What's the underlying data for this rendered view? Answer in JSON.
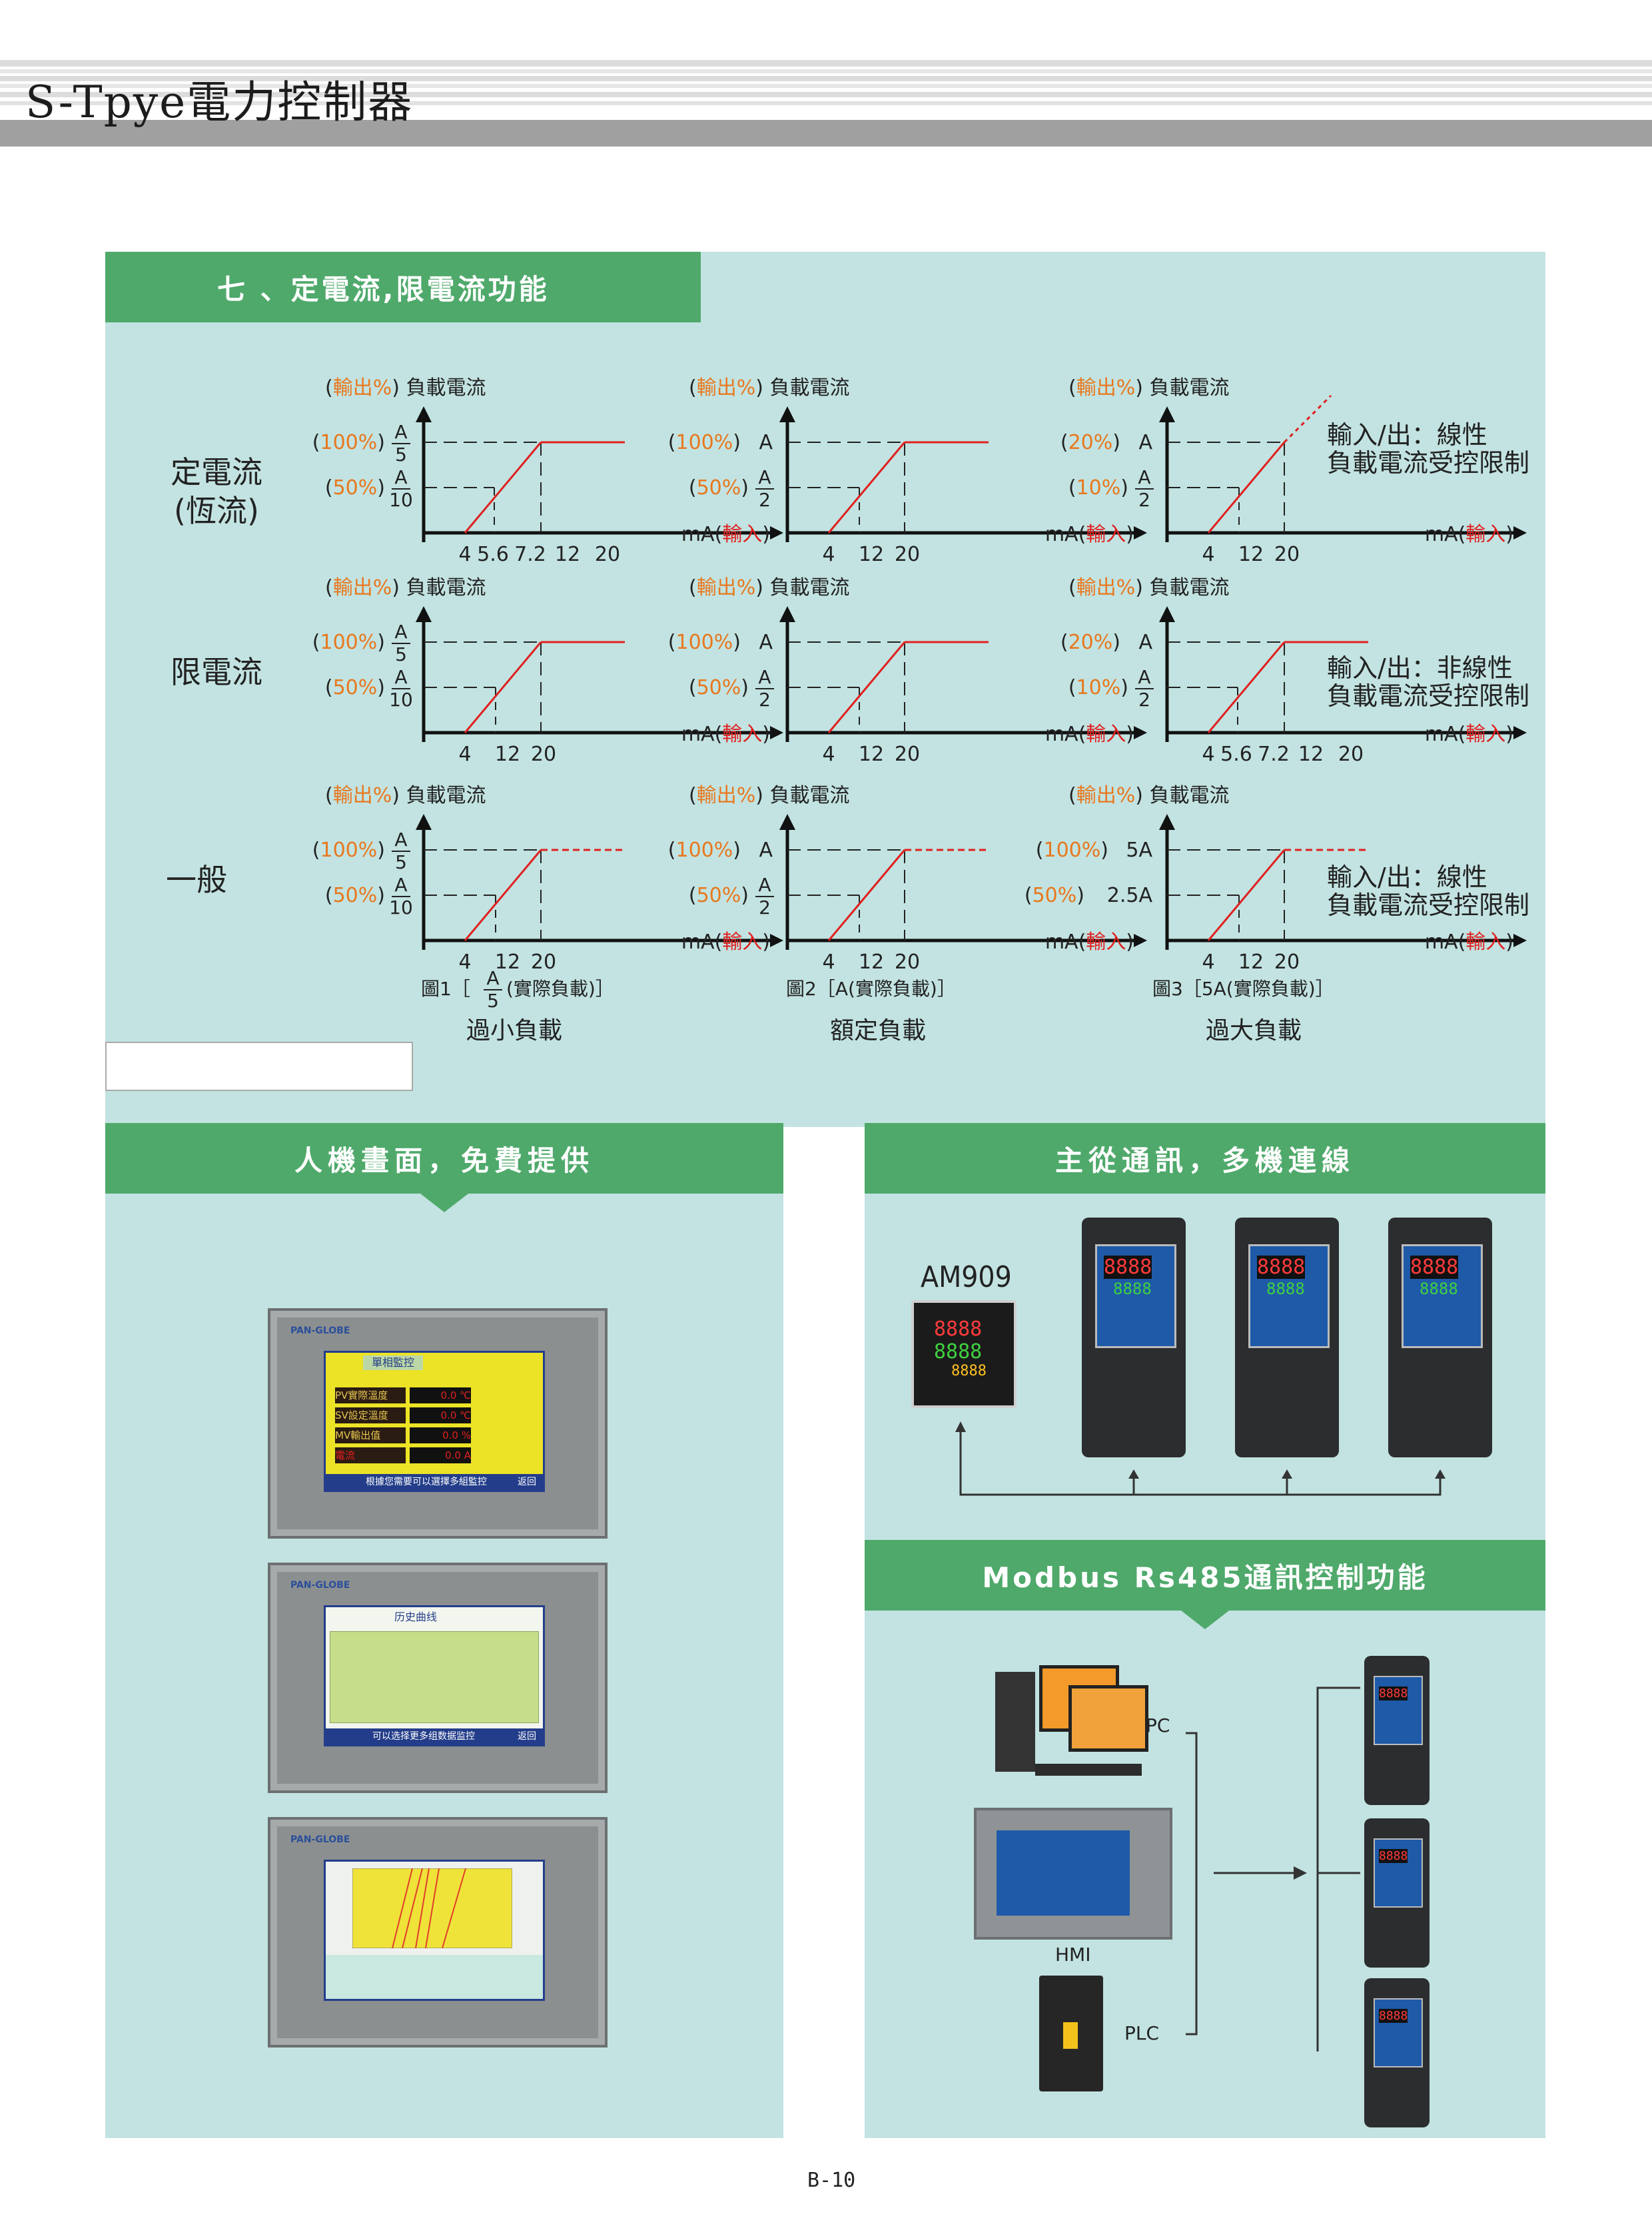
{
  "header": {
    "title": "S-Tpye電力控制器"
  },
  "sections": {
    "constant_current": {
      "title": "七 、定電流,限電流功能"
    },
    "hmi": {
      "title": "人機畫面，免費提供"
    },
    "master_slave": {
      "title": "主從通訊，多機連線"
    },
    "modbus": {
      "title": "Modbus Rs485通訊控制功能"
    }
  },
  "rows": [
    {
      "label_lines": [
        "定電流",
        "(恆流)"
      ]
    },
    {
      "label_lines": [
        "限電流"
      ]
    },
    {
      "label_lines": [
        "一般"
      ]
    }
  ],
  "graph_text": {
    "y_title_prefix": "(",
    "y_title_highlight": "輸出%",
    "y_title_suffix": ") 負載電流",
    "x_unit": "mA(",
    "x_unit_highlight": "輸入",
    "x_unit_close": ")"
  },
  "columns": [
    {
      "y_labels": [
        {
          "pct": "100%",
          "value_num": "A",
          "value_den": "5"
        },
        {
          "pct": "50%",
          "value_num": "A",
          "value_den": "10"
        }
      ],
      "fig_label": "圖1［",
      "fig_num": "A",
      "fig_den": "5",
      "fig_suffix": "(實際負載)］",
      "caption": "過小負載"
    },
    {
      "y_labels": [
        {
          "pct": "100%",
          "value_plain": "A"
        },
        {
          "pct": "50%",
          "value_num": "A",
          "value_den": "2"
        }
      ],
      "fig_label": "圖2［A(實際負載)］",
      "caption": "額定負載"
    },
    {
      "fig_label": "圖3［5A(實際負載)］",
      "caption": "過大負載"
    }
  ],
  "x_ticks": {
    "row1": {
      "col1": [
        "4",
        "5.6",
        "7.2",
        "12",
        "20"
      ],
      "col2": [
        "4",
        "12",
        "20"
      ],
      "col3": [
        "4",
        "12",
        "20"
      ]
    },
    "row2": {
      "col1": [
        "4",
        "12",
        "20"
      ],
      "col2": [
        "4",
        "12",
        "20"
      ],
      "col3": [
        "4",
        "5.6",
        "7.2",
        "12",
        "20"
      ]
    },
    "row3": {
      "col1": [
        "4",
        "12",
        "20"
      ],
      "col2": [
        "4",
        "12",
        "20"
      ],
      "col3": [
        "4",
        "12",
        "20"
      ]
    }
  },
  "col3_y_labels": {
    "row1": [
      {
        "pct": "20%",
        "value_plain": "A"
      },
      {
        "pct": "10%",
        "value_num": "A",
        "value_den": "2"
      }
    ],
    "row2": [
      {
        "pct": "20%",
        "value_plain": "A"
      },
      {
        "pct": "10%",
        "value_num": "A",
        "value_den": "2"
      }
    ],
    "row3": [
      {
        "pct": "100%",
        "value_plain": "5A"
      },
      {
        "pct": "50%",
        "value_plain": "2.5A"
      }
    ]
  },
  "notes": {
    "row1": [
      "輸入/出：線性",
      "負載電流受控限制"
    ],
    "row2": [
      "輸入/出：非線性",
      "負載電流受控限制"
    ],
    "row3": [
      "輸入/出：線性",
      "負載電流受控限制"
    ]
  },
  "devices": {
    "am909": "AM909",
    "pc": "PC",
    "hmi": "HMI",
    "plc": "PLC",
    "brand": "PAN-GLOBE",
    "segment_display": "8888"
  },
  "hmi_screens": [
    {
      "title": "單相監控",
      "rows": [
        "PV實際溫度",
        "SV設定溫度",
        "MV輸出值",
        "電流"
      ],
      "values": [
        "0.0 ℃",
        "0.0 ℃",
        "0.0 %",
        "0.0 A"
      ],
      "footer": "根據您需要可以選擇多組監控",
      "back": "返回"
    },
    {
      "title": "历史曲线",
      "footer": "可以选择更多组数据监控",
      "back": "返回"
    },
    {
      "title": ""
    }
  ],
  "page_number": "B-10",
  "colors": {
    "green": "#4fa96b",
    "panel": "#c2e3e1",
    "orange": "#e8781f",
    "red": "#e02020"
  }
}
